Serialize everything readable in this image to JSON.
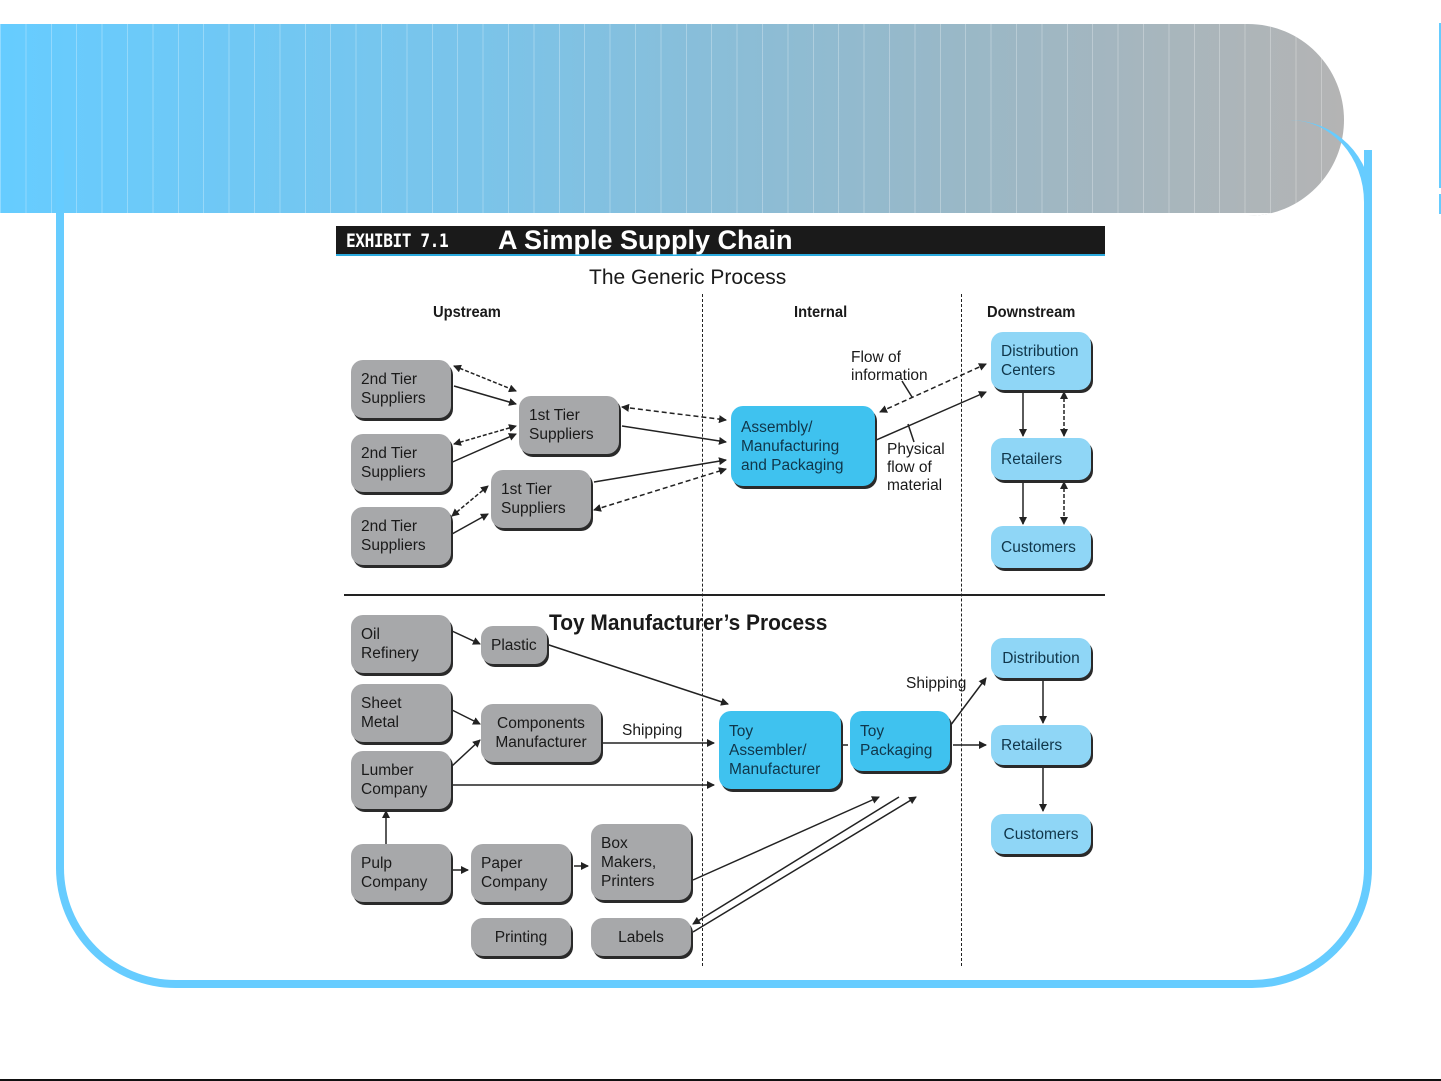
{
  "slide": {
    "accent_color": "#66ccff",
    "header_gradient": [
      "#66ccff",
      "#b4b4b4"
    ]
  },
  "exhibit": {
    "number": "EXHIBIT 7.1",
    "title": "A Simple Supply Chain",
    "generic": {
      "title": "The Generic Process",
      "columns": [
        "Upstream",
        "Internal",
        "Downstream"
      ],
      "nodes": {
        "tier2_a": [
          "2nd Tier",
          "Suppliers"
        ],
        "tier2_b": [
          "2nd Tier",
          "Suppliers"
        ],
        "tier2_c": [
          "2nd Tier",
          "Suppliers"
        ],
        "tier1_a": [
          "1st Tier",
          "Suppliers"
        ],
        "tier1_b": [
          "1st Tier",
          "Suppliers"
        ],
        "assembly": [
          "Assembly/",
          "Manufacturing",
          "and Packaging"
        ],
        "distribution_centers": [
          "Distribution",
          "Centers"
        ],
        "retailers": [
          "Retailers"
        ],
        "customers": [
          "Customers"
        ]
      },
      "annotations": {
        "info_flow": [
          "Flow of",
          "information"
        ],
        "material_flow": [
          "Physical",
          "flow of",
          "material"
        ]
      }
    },
    "toy": {
      "title": "Toy Manufacturer’s Process",
      "nodes": {
        "oil_refinery": [
          "Oil",
          "Refinery"
        ],
        "plastic": [
          "Plastic"
        ],
        "sheet_metal": [
          "Sheet",
          "Metal"
        ],
        "components": [
          "Components",
          "Manufacturer"
        ],
        "lumber": [
          "Lumber",
          "Company"
        ],
        "pulp": [
          "Pulp",
          "Company"
        ],
        "paper": [
          "Paper",
          "Company"
        ],
        "box_makers": [
          "Box",
          "Makers,",
          "Printers"
        ],
        "printing": [
          "Printing"
        ],
        "labels": [
          "Labels"
        ],
        "toy_assembler": [
          "Toy",
          "Assembler/",
          "Manufacturer"
        ],
        "toy_packaging": [
          "Toy",
          "Packaging"
        ],
        "distribution": [
          "Distribution"
        ],
        "retailers": [
          "Retailers"
        ],
        "customers": [
          "Customers"
        ]
      },
      "annotations": {
        "shipping_components": "Shipping",
        "shipping_packaging": "Shipping"
      }
    }
  }
}
